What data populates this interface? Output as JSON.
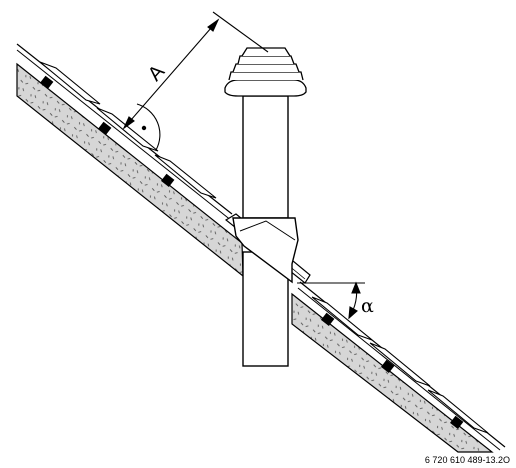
{
  "labels": {
    "distance": "A",
    "angle": "α",
    "figure_code": "6 720 610 489-13.2O"
  },
  "colors": {
    "line": "#000000",
    "insulation": "#d6d6d6",
    "tile": "#ffffff",
    "batten": "#000000",
    "background": "#ffffff"
  },
  "symbols": {
    "right_angle_mark": "right-angle-dot"
  }
}
